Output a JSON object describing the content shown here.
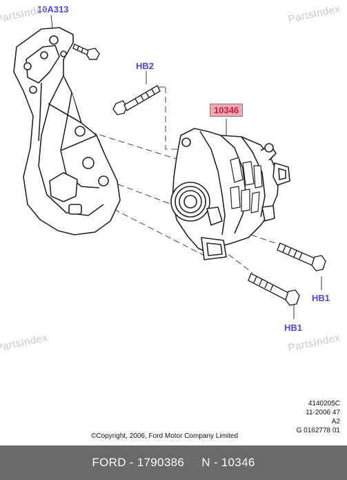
{
  "callouts": {
    "bracket": "10A313",
    "bolt_upper": "HB2",
    "alternator": "10346",
    "bolt_right": "HB1",
    "bolt_lower": "HB1"
  },
  "watermark": {
    "text": "PartsIndex"
  },
  "codes": {
    "line1": "4140205C",
    "line2": "11-2006 47",
    "line3": "A2",
    "line4": "G 0162778 01"
  },
  "copyright": "©Copyright, 2006, Ford Motor Company Limited",
  "footer": {
    "brand": "FORD",
    "part_number": "1790386",
    "ref": "N - 10346"
  },
  "colors": {
    "callout_text": "#4a4ad0",
    "highlight_fill": "#f2a8b4",
    "highlight_text": "#c41e4a",
    "footer_bg": "#6a6a6a"
  }
}
